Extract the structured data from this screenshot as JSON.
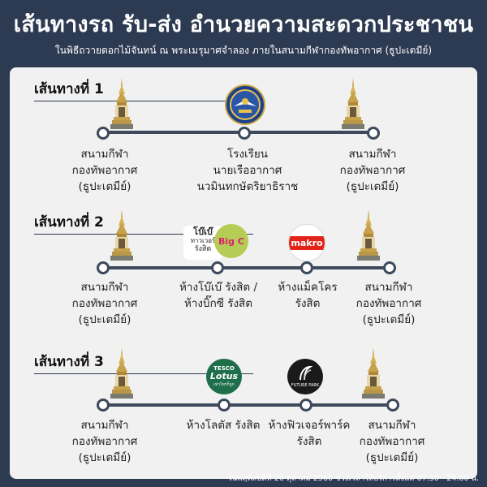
{
  "header": {
    "title": "เส้นทางรถ รับ-ส่ง อำนวยความสะดวกประชาชน",
    "subtitle": "ในพิธีถวายดอกไม้จันทน์ ณ พระเมรุมาศจำลอง ภายในสนามกีฬากองทัพอากาศ (ธูปะเตมีย์)"
  },
  "routes": [
    {
      "heading": "เส้นทางที่ 1",
      "stops": [
        {
          "label": "สนามกีฬา\nกองทัพอากาศ\n(ธูปะเตมีย์)",
          "icon": "pavilion-icon"
        },
        {
          "label": "โรงเรียน\nนายเรืออากาศ\nนวมินทกษัตริยาธิราช",
          "icon": "air-force-academy-emblem"
        },
        {
          "label": "สนามกีฬา\nกองทัพอากาศ\n(ธูปะเตมีย์)",
          "icon": "pavilion-icon"
        }
      ]
    },
    {
      "heading": "เส้นทางที่ 2",
      "stops": [
        {
          "label": "สนามกีฬา\nกองทัพอากาศ\n(ธูปะเตมีย์)",
          "icon": "pavilion-icon"
        },
        {
          "label": "ห้างโบ๊เบ๊ รังสิต /\nห้างบิ๊กซี รังสิต",
          "icon": "bobae-bigc-logos"
        },
        {
          "label": "ห้างแม็คโคร\nรังสิต",
          "icon": "makro-logo"
        },
        {
          "label": "สนามกีฬา\nกองทัพอากาศ\n(ธูปะเตมีย์)",
          "icon": "pavilion-icon"
        }
      ],
      "logos": {
        "bobae_line1": "โบ๊เบ๊",
        "bobae_line2": "ทาวเวอร์",
        "bobae_line3": "รังสิต",
        "bigc": "Big C",
        "makro": "makro"
      }
    },
    {
      "heading": "เส้นทางที่ 3",
      "stops": [
        {
          "label": "สนามกีฬา\nกองทัพอากาศ\n(ธูปะเตมีย์)",
          "icon": "pavilion-icon"
        },
        {
          "label": "ห้างโลตัส รังสิต",
          "icon": "tesco-lotus-logo"
        },
        {
          "label": "ห้างฟิวเจอร์พาร์ค\nรังสิต",
          "icon": "future-park-logo"
        },
        {
          "label": "สนามกีฬา\nกองทัพอากาศ\n(ธูปะเตมีย์)",
          "icon": "pavilion-icon"
        }
      ],
      "logos": {
        "tesco": "TESCO",
        "lotus": "Lotus",
        "lotus_tag": "เท่าไหร่ก็ถูก",
        "futurepark": "FUTURE PARK"
      }
    }
  ],
  "footer": "วันพฤหัสบดีที่ 26 ตุลาคม 2560 ช่วงเวลาให้บริการตั้งแต่ 07.30 - 24.00 น.",
  "colors": {
    "background": "#2c3a52",
    "panel": "#f1f1f1",
    "line": "#3d4a5c",
    "makro_red": "#e2231a",
    "tesco_green": "#1f6e4a",
    "pavilion_gold": "#c8a24a"
  }
}
